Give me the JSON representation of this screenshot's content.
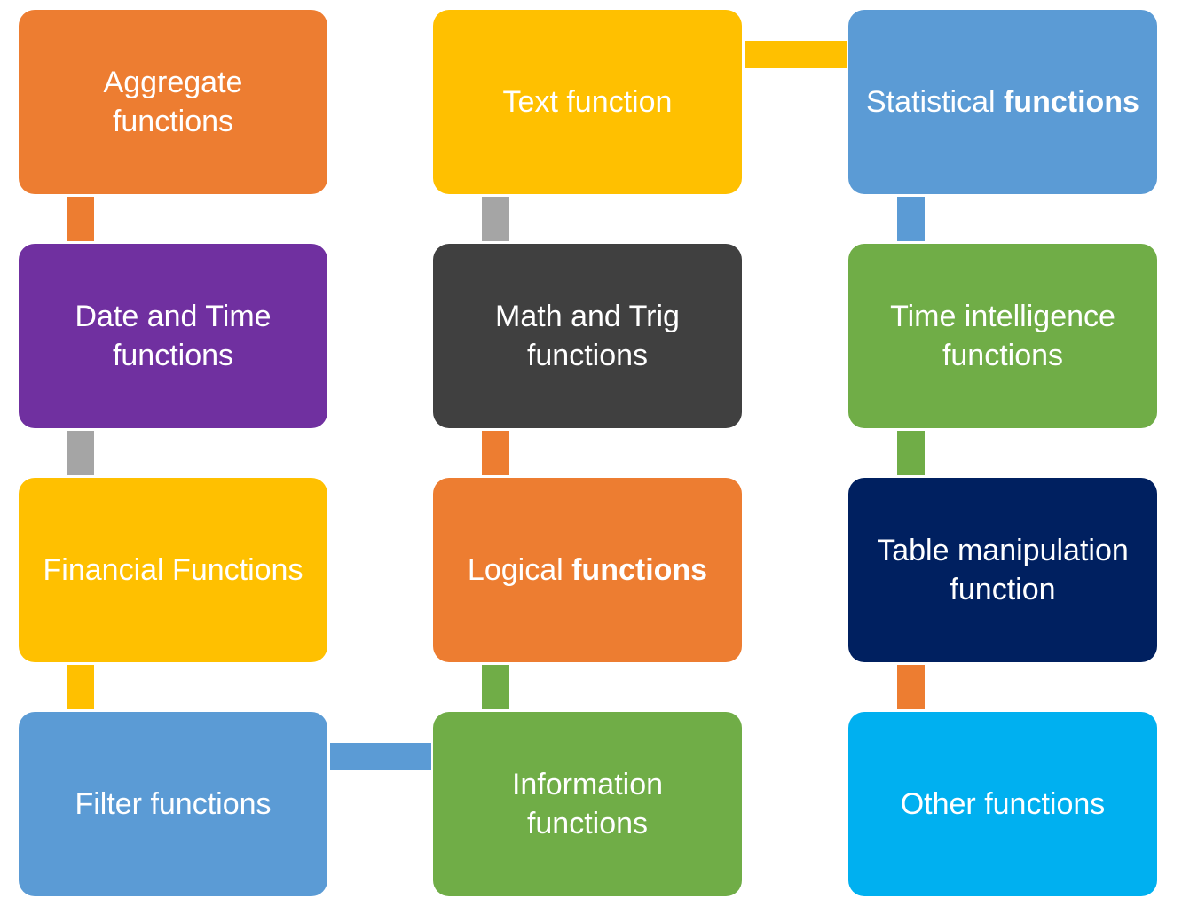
{
  "boxes": {
    "aggregate": {
      "line1": "Aggregate",
      "line2": "functions",
      "color": "#ED7D31"
    },
    "date_time": {
      "line1": "Date and Time",
      "line2": "functions",
      "color": "#7030A0"
    },
    "financial": {
      "line1": "Financial Functions",
      "color": "#FFC000"
    },
    "filter": {
      "line1": "Filter functions",
      "color": "#5B9BD5"
    },
    "text": {
      "line1": "Text function",
      "color": "#FFC000"
    },
    "math_trig": {
      "line1": "Math and Trig",
      "line2": "functions",
      "color": "#404040"
    },
    "logical": {
      "plain": "Logical ",
      "bold": "functions",
      "color": "#ED7D31"
    },
    "information": {
      "line1": "Information",
      "line2": "functions",
      "color": "#70AD47"
    },
    "statistical": {
      "plain": "Statistical ",
      "bold": "functions",
      "color": "#5B9BD5"
    },
    "time_intelligence": {
      "line1": "Time intelligence",
      "line2": "functions",
      "color": "#70AD47"
    },
    "table_manipulation": {
      "line1": "Table manipulation",
      "line2": "function",
      "color": "#002060"
    },
    "other": {
      "line1": "Other functions",
      "color": "#00B0F0"
    }
  },
  "connectors": {
    "agg_to_date": "#ED7D31",
    "date_to_fin": "#A5A5A5",
    "fin_to_filter": "#FFC000",
    "filter_to_info": "#5B9BD5",
    "info_to_logical": "#70AD47",
    "logical_to_math": "#ED7D31",
    "math_to_text": "#A5A5A5",
    "text_to_stat": "#FFC000",
    "stat_to_time": "#5B9BD5",
    "time_to_table": "#70AD47",
    "table_to_other": "#ED7D31"
  }
}
